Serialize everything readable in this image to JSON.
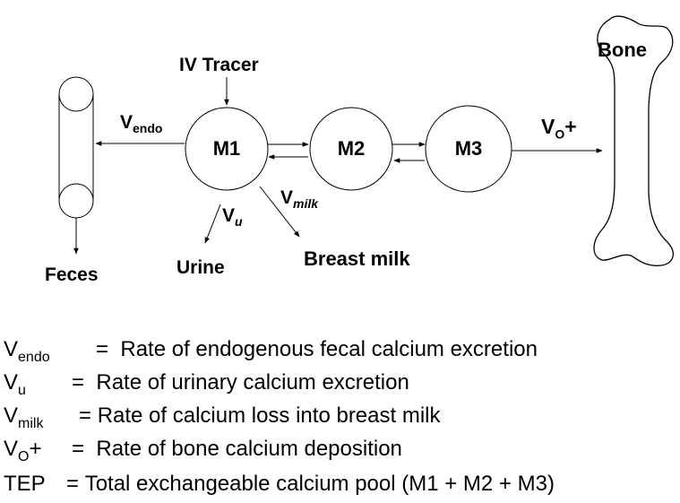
{
  "diagram": {
    "source_label": "IV Tracer",
    "compartments": [
      "M1",
      "M2",
      "M3"
    ],
    "bone_label": "Bone",
    "feces_label": "Feces",
    "urine_label": "Urine",
    "milk_label": "Breast milk",
    "flows": {
      "endo": {
        "base": "V",
        "sub": "endo"
      },
      "urine": {
        "base": "V",
        "sub": "u"
      },
      "milk": {
        "base": "V",
        "sub": "milk"
      },
      "bone": {
        "base": "V",
        "sub": "O",
        "suffix": "+"
      }
    }
  },
  "legend": [
    {
      "base": "V",
      "sub": "endo",
      "suffix": "",
      "eq": "=",
      "text": "Rate of endogenous fecal calcium excretion"
    },
    {
      "base": "V",
      "sub": "u",
      "suffix": "",
      "eq": "=",
      "text": "Rate of urinary calcium excretion"
    },
    {
      "base": "V",
      "sub": "milk",
      "suffix": "",
      "eq": "=",
      "text": "Rate of calcium loss into breast milk"
    },
    {
      "base": "V",
      "sub": "O",
      "suffix": "+",
      "eq": "=",
      "text": "Rate of bone calcium deposition"
    },
    {
      "base": "TEP",
      "sub": "",
      "suffix": "",
      "eq": "=",
      "text": "Total exchangeable calcium pool (M1 + M2 + M3)"
    }
  ]
}
